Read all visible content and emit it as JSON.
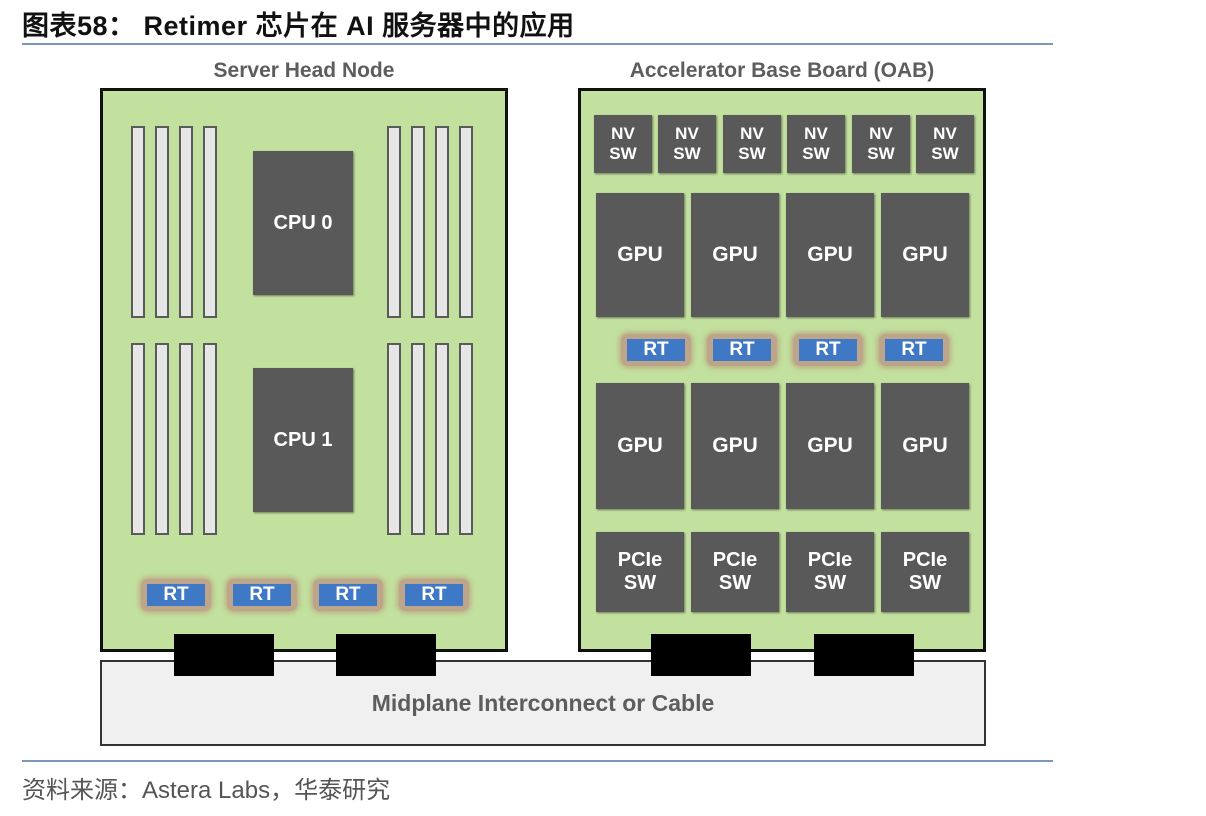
{
  "title": "图表58：  Retimer 芯片在 AI 服务器中的应用",
  "source": "资料来源：Astera Labs，华泰研究",
  "server": {
    "title": "Server Head Node",
    "cpus": [
      "CPU 0",
      "CPU 1"
    ],
    "retimers": [
      "RT",
      "RT",
      "RT",
      "RT"
    ]
  },
  "oab": {
    "title": "Accelerator Base Board (OAB)",
    "nvswitches": [
      "NV\nSW",
      "NV\nSW",
      "NV\nSW",
      "NV\nSW",
      "NV\nSW",
      "NV\nSW"
    ],
    "gpus_top": [
      "GPU",
      "GPU",
      "GPU",
      "GPU"
    ],
    "retimers": [
      "RT",
      "RT",
      "RT",
      "RT"
    ],
    "gpus_bottom": [
      "GPU",
      "GPU",
      "GPU",
      "GPU"
    ],
    "pcie_switches": [
      "PCIe\nSW",
      "PCIe\nSW",
      "PCIe\nSW",
      "PCIe\nSW"
    ]
  },
  "midplane": {
    "label": "Midplane Interconnect or Cable"
  }
}
